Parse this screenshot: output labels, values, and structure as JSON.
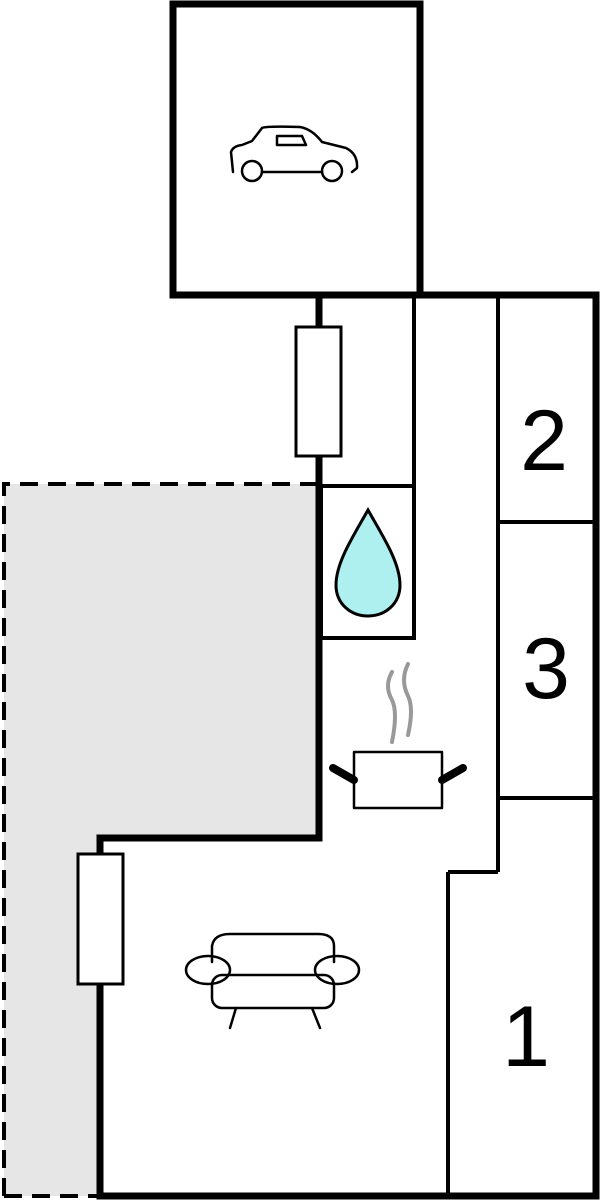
{
  "floor_plan": {
    "rooms": [
      {
        "id": "bedroom-1",
        "label": "1"
      },
      {
        "id": "bedroom-2",
        "label": "2"
      },
      {
        "id": "bedroom-3",
        "label": "3"
      }
    ],
    "icons": [
      {
        "name": "car-icon",
        "meaning": "garage"
      },
      {
        "name": "water-drop-icon",
        "meaning": "bathroom"
      },
      {
        "name": "cooking-pot-icon",
        "meaning": "kitchen"
      },
      {
        "name": "sofa-icon",
        "meaning": "living room"
      }
    ],
    "colors": {
      "wall": "#000000",
      "terrace_fill": "#e6e6e6",
      "water": "#aef0f0",
      "steam": "#999999"
    }
  }
}
